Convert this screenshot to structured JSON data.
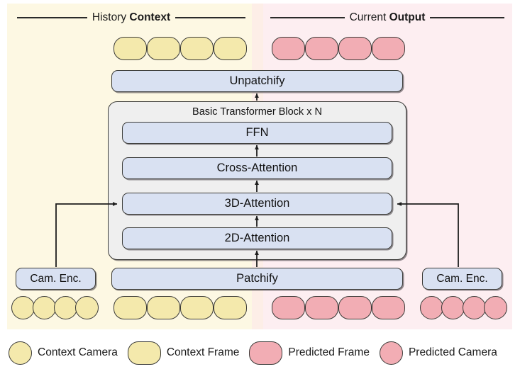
{
  "figure": {
    "title_left": {
      "plain": "History ",
      "bold": "Context"
    },
    "title_right": {
      "plain": "Current ",
      "bold": "Output"
    }
  },
  "colors": {
    "context_fill": "#f4e9ac",
    "predicted_fill": "#f2adb4",
    "box_fill": "#d9e1f2",
    "group_fill": "#efefef",
    "bg_history": "#fdf8e3",
    "bg_current": "#fdeef1",
    "bg_gap": "#fdeee7",
    "stroke": "#3b3b38"
  },
  "blocks": {
    "unpatchify": "Unpatchify",
    "transformer_group": "Basic Transformer Block x N",
    "ffn": "FFN",
    "cross_attention": "Cross-Attention",
    "attention_3d": "3D-Attention",
    "attention_2d": "2D-Attention",
    "patchify": "Patchify",
    "cam_enc_left": "Cam. Enc.",
    "cam_enc_right": "Cam. Enc."
  },
  "tokens": {
    "top_context_frames": {
      "count": 4,
      "kind": "context-frame"
    },
    "top_predicted_frames": {
      "count": 4,
      "kind": "predicted-frame"
    },
    "bottom_context_cameras": {
      "count": 4,
      "kind": "context-camera"
    },
    "bottom_context_frames": {
      "count": 4,
      "kind": "context-frame"
    },
    "bottom_predicted_frames": {
      "count": 4,
      "kind": "predicted-frame"
    },
    "bottom_predicted_cameras": {
      "count": 4,
      "kind": "predicted-camera"
    }
  },
  "legend": [
    {
      "shape": "circle",
      "fill": "context",
      "label": "Context Camera"
    },
    {
      "shape": "rounded",
      "fill": "context",
      "label": "Context Frame"
    },
    {
      "shape": "rounded",
      "fill": "predicted",
      "label": "Predicted Frame"
    },
    {
      "shape": "circle",
      "fill": "predicted",
      "label": "Predicted Camera"
    }
  ]
}
